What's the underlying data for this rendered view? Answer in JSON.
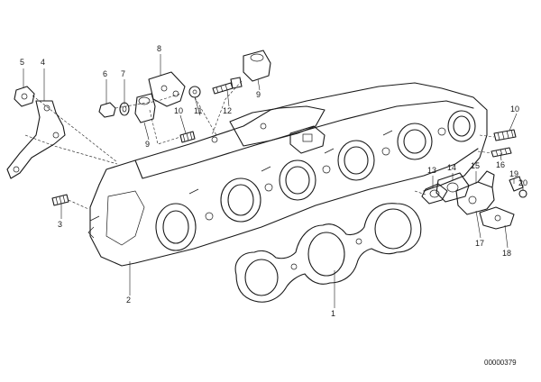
{
  "callouts": {
    "c1": "1",
    "c2": "2",
    "c3": "3",
    "c4": "4",
    "c5": "5",
    "c6": "6",
    "c7": "7",
    "c8": "8",
    "c9a": "9",
    "c9b": "9",
    "c10a": "10",
    "c10b": "10",
    "c11": "11",
    "c12": "12",
    "c13": "13",
    "c14": "14",
    "c15": "15",
    "c16": "16",
    "c17": "17",
    "c18": "18",
    "c19": "19",
    "c20": "20"
  },
  "document_number": "00000379"
}
